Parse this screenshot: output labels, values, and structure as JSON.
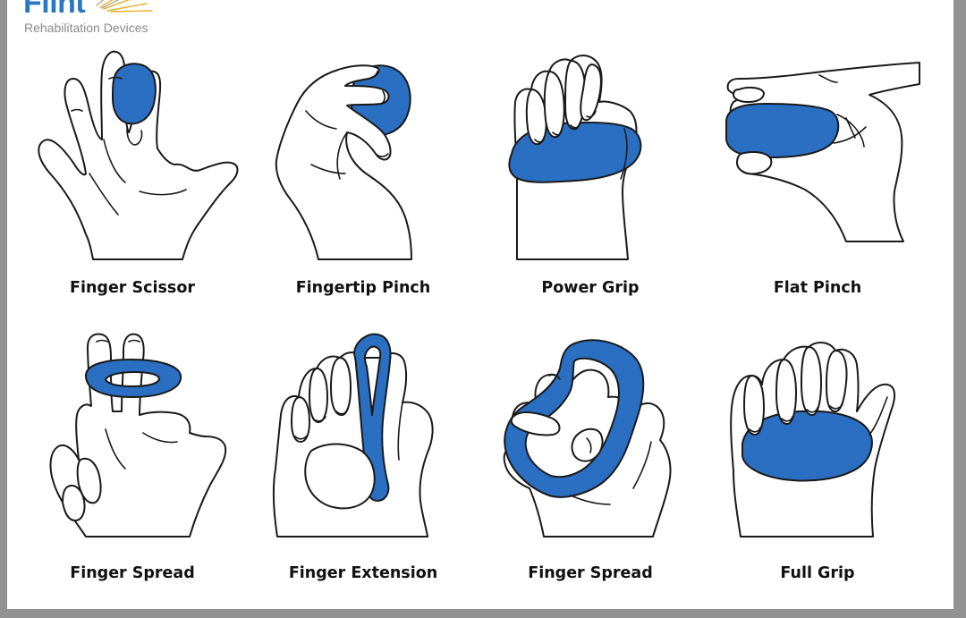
{
  "brand": {
    "name": "Flint",
    "tagline": "Rehabilitation Devices",
    "logo_color": "#2a78c2"
  },
  "colors": {
    "putty": "#2a6fc1",
    "background": "#929292",
    "sheet": "#ffffff"
  },
  "exercises": [
    {
      "label": "Finger Scissor",
      "icon": "finger-scissor-illustration"
    },
    {
      "label": "Fingertip Pinch",
      "icon": "fingertip-pinch-illustration"
    },
    {
      "label": "Power Grip",
      "icon": "power-grip-illustration"
    },
    {
      "label": "Flat Pinch",
      "icon": "flat-pinch-illustration"
    },
    {
      "label": "Finger Spread",
      "icon": "finger-spread-ring-illustration"
    },
    {
      "label": "Finger Extension",
      "icon": "finger-extension-illustration"
    },
    {
      "label": "Finger Spread",
      "icon": "finger-spread-band-illustration"
    },
    {
      "label": "Full Grip",
      "icon": "full-grip-illustration"
    }
  ]
}
